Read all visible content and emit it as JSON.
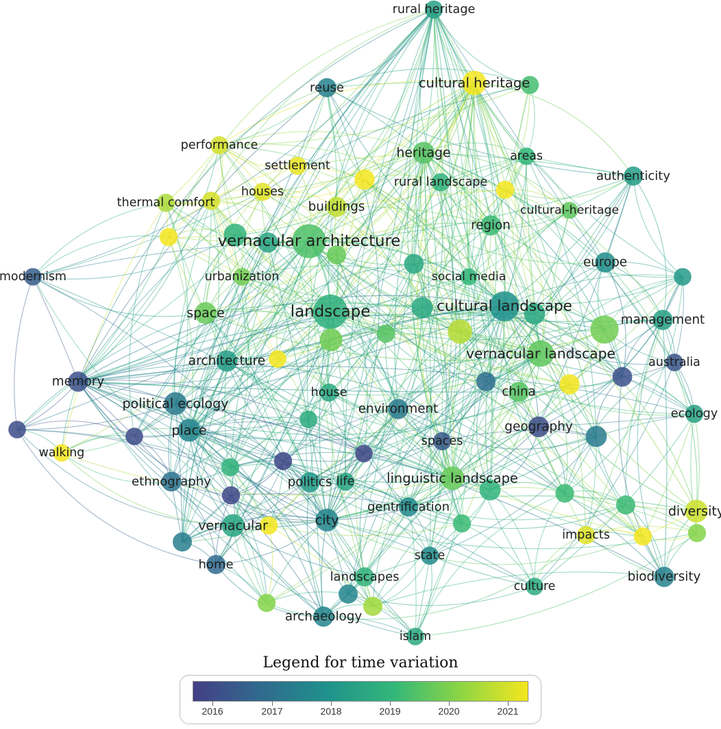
{
  "legend": {
    "title": "Legend for time variation",
    "years": [
      "2016",
      "2017",
      "2018",
      "2019",
      "2020",
      "2021"
    ],
    "colors": [
      "#433f85",
      "#306a8e",
      "#1f918c",
      "#33b779",
      "#8dd644",
      "#f4e61e"
    ]
  },
  "nodes": [
    {
      "id": "rural_heritage",
      "label": "rural heritage",
      "year": 2018.4,
      "weight": 10
    },
    {
      "id": "reuse",
      "label": "reuse",
      "year": 2017.6,
      "weight": 12
    },
    {
      "id": "cultural_heritage",
      "label": "cultural heritage",
      "year": 2021.0,
      "weight": 24
    },
    {
      "id": "cultural_heritage_2",
      "label": "",
      "year": 2019.2,
      "weight": 10
    },
    {
      "id": "performance",
      "label": "performance",
      "year": 2020.7,
      "weight": 10
    },
    {
      "id": "settlement",
      "label": "settlement",
      "year": 2020.9,
      "weight": 10
    },
    {
      "id": "heritage",
      "label": "heritage",
      "year": 2019.4,
      "weight": 18
    },
    {
      "id": "areas",
      "label": "areas",
      "year": 2019.0,
      "weight": 9
    },
    {
      "id": "authenticity",
      "label": "authenticity",
      "year": 2018.3,
      "weight": 12
    },
    {
      "id": "houses",
      "label": "houses",
      "year": 2020.8,
      "weight": 10
    },
    {
      "id": "y1",
      "label": "",
      "year": 2021.1,
      "weight": 14
    },
    {
      "id": "rural_landscape",
      "label": "rural landscape",
      "year": 2018.9,
      "weight": 10
    },
    {
      "id": "y2",
      "label": "",
      "year": 2021.1,
      "weight": 10
    },
    {
      "id": "thermal_comfort",
      "label": "thermal comfort",
      "year": 2020.3,
      "weight": 10
    },
    {
      "id": "t1",
      "label": "",
      "year": 2020.7,
      "weight": 10
    },
    {
      "id": "buildings",
      "label": "buildings",
      "year": 2020.5,
      "weight": 14
    },
    {
      "id": "cultural_heritage3",
      "label": "cultural-heritage",
      "year": 2019.5,
      "weight": 8
    },
    {
      "id": "region",
      "label": "region",
      "year": 2019.1,
      "weight": 14
    },
    {
      "id": "y3",
      "label": "",
      "year": 2021.2,
      "weight": 10
    },
    {
      "id": "g1",
      "label": "",
      "year": 2018.9,
      "weight": 20
    },
    {
      "id": "vernacular_architecture",
      "label": "vernacular architecture",
      "year": 2019.3,
      "weight": 58
    },
    {
      "id": "g2",
      "label": "",
      "year": 2018.5,
      "weight": 14
    },
    {
      "id": "g3",
      "label": "",
      "year": 2019.6,
      "weight": 12
    },
    {
      "id": "europe",
      "label": "europe",
      "year": 2017.9,
      "weight": 14
    },
    {
      "id": "modernism",
      "label": "modernism",
      "year": 2016.7,
      "weight": 9
    },
    {
      "id": "urbanization",
      "label": "urbanization",
      "year": 2019.7,
      "weight": 9
    },
    {
      "id": "g4",
      "label": "",
      "year": 2018.6,
      "weight": 13
    },
    {
      "id": "social_media",
      "label": "social media",
      "year": 2019.0,
      "weight": 8
    },
    {
      "id": "r1",
      "label": "",
      "year": 2018.2,
      "weight": 9
    },
    {
      "id": "space",
      "label": "space",
      "year": 2019.6,
      "weight": 18
    },
    {
      "id": "landscape",
      "label": "landscape",
      "year": 2018.8,
      "weight": 60
    },
    {
      "id": "g5",
      "label": "",
      "year": 2018.6,
      "weight": 16
    },
    {
      "id": "cultural_landscape",
      "label": "cultural landscape",
      "year": 2018.0,
      "weight": 42
    },
    {
      "id": "g6",
      "label": "",
      "year": 2018.6,
      "weight": 16
    },
    {
      "id": "management",
      "label": "management",
      "year": 2018.4,
      "weight": 14
    },
    {
      "id": "g7",
      "label": "",
      "year": 2019.7,
      "weight": 36
    },
    {
      "id": "l1",
      "label": "",
      "year": 2020.4,
      "weight": 24
    },
    {
      "id": "g8",
      "label": "",
      "year": 2019.7,
      "weight": 20
    },
    {
      "id": "g9",
      "label": "",
      "year": 2019.4,
      "weight": 10
    },
    {
      "id": "architecture",
      "label": "architecture",
      "year": 2018.3,
      "weight": 16
    },
    {
      "id": "y4",
      "label": "",
      "year": 2021.2,
      "weight": 9
    },
    {
      "id": "vernacular_landscape",
      "label": "vernacular landscape",
      "year": 2019.5,
      "weight": 30
    },
    {
      "id": "australia",
      "label": "australia",
      "year": 2016.5,
      "weight": 9
    },
    {
      "id": "memory",
      "label": "memory",
      "year": 2016.4,
      "weight": 14
    },
    {
      "id": "political_ecology",
      "label": "political ecology",
      "year": 2017.4,
      "weight": 20
    },
    {
      "id": "house",
      "label": "house",
      "year": 2018.6,
      "weight": 10
    },
    {
      "id": "c1",
      "label": "",
      "year": 2017.1,
      "weight": 12
    },
    {
      "id": "china",
      "label": "china",
      "year": 2019.4,
      "weight": 14
    },
    {
      "id": "y5",
      "label": "",
      "year": 2021.0,
      "weight": 14
    },
    {
      "id": "p1",
      "label": "",
      "year": 2016.4,
      "weight": 13
    },
    {
      "id": "environment",
      "label": "environment",
      "year": 2017.4,
      "weight": 14
    },
    {
      "id": "ecology",
      "label": "ecology",
      "year": 2018.4,
      "weight": 10
    },
    {
      "id": "p2",
      "label": "",
      "year": 2016.3,
      "weight": 9
    },
    {
      "id": "place",
      "label": "place",
      "year": 2017.7,
      "weight": 20
    },
    {
      "id": "p3",
      "label": "",
      "year": 2016.3,
      "weight": 9
    },
    {
      "id": "geography",
      "label": "geography",
      "year": 2016.3,
      "weight": 15
    },
    {
      "id": "b1",
      "label": "",
      "year": 2017.4,
      "weight": 16
    },
    {
      "id": "walking",
      "label": "walking",
      "year": 2021.0,
      "weight": 9
    },
    {
      "id": "g10",
      "label": "",
      "year": 2018.7,
      "weight": 9
    },
    {
      "id": "spaces",
      "label": "spaces",
      "year": 2016.6,
      "weight": 10
    },
    {
      "id": "p4",
      "label": "",
      "year": 2016.2,
      "weight": 10
    },
    {
      "id": "p5",
      "label": "",
      "year": 2016.2,
      "weight": 9
    },
    {
      "id": "ethnography",
      "label": "ethnography",
      "year": 2017.2,
      "weight": 13
    },
    {
      "id": "g11",
      "label": "",
      "year": 2018.9,
      "weight": 10
    },
    {
      "id": "politics",
      "label": "politics",
      "year": 2018.2,
      "weight": 14
    },
    {
      "id": "life",
      "label": "life",
      "year": 2018.5,
      "weight": 10
    },
    {
      "id": "linguistic_landscape",
      "label": "linguistic landscape",
      "year": 2019.6,
      "weight": 22
    },
    {
      "id": "g12",
      "label": "",
      "year": 2018.9,
      "weight": 16
    },
    {
      "id": "g13",
      "label": "",
      "year": 2019.1,
      "weight": 11
    },
    {
      "id": "p6",
      "label": "",
      "year": 2016.2,
      "weight": 10
    },
    {
      "id": "gentrification",
      "label": "gentrification",
      "year": 2017.8,
      "weight": 12
    },
    {
      "id": "g14",
      "label": "",
      "year": 2019.1,
      "weight": 12
    },
    {
      "id": "diversity",
      "label": "diversity",
      "year": 2020.6,
      "weight": 20
    },
    {
      "id": "vernacular",
      "label": "vernacular",
      "year": 2018.5,
      "weight": 20
    },
    {
      "id": "y6",
      "label": "",
      "year": 2021.2,
      "weight": 10
    },
    {
      "id": "city",
      "label": "city",
      "year": 2017.7,
      "weight": 20
    },
    {
      "id": "g15",
      "label": "",
      "year": 2019.1,
      "weight": 10
    },
    {
      "id": "impacts",
      "label": "impacts",
      "year": 2020.8,
      "weight": 10
    },
    {
      "id": "y7",
      "label": "",
      "year": 2021.2,
      "weight": 10
    },
    {
      "id": "g16",
      "label": "",
      "year": 2019.9,
      "weight": 10
    },
    {
      "id": "b2",
      "label": "",
      "year": 2017.5,
      "weight": 12
    },
    {
      "id": "state",
      "label": "state",
      "year": 2017.8,
      "weight": 10
    },
    {
      "id": "home",
      "label": "home",
      "year": 2017.0,
      "weight": 12
    },
    {
      "id": "biodiversity",
      "label": "biodiversity",
      "year": 2017.6,
      "weight": 14
    },
    {
      "id": "landscapes",
      "label": "landscapes",
      "year": 2018.9,
      "weight": 12
    },
    {
      "id": "b3",
      "label": "",
      "year": 2017.7,
      "weight": 12
    },
    {
      "id": "culture",
      "label": "culture",
      "year": 2018.7,
      "weight": 9
    },
    {
      "id": "g17",
      "label": "",
      "year": 2019.9,
      "weight": 10
    },
    {
      "id": "l2",
      "label": "",
      "year": 2020.2,
      "weight": 12
    },
    {
      "id": "archaeology",
      "label": "archaeology",
      "year": 2017.7,
      "weight": 14
    },
    {
      "id": "islam",
      "label": "islam",
      "year": 2018.6,
      "weight": 9
    }
  ]
}
